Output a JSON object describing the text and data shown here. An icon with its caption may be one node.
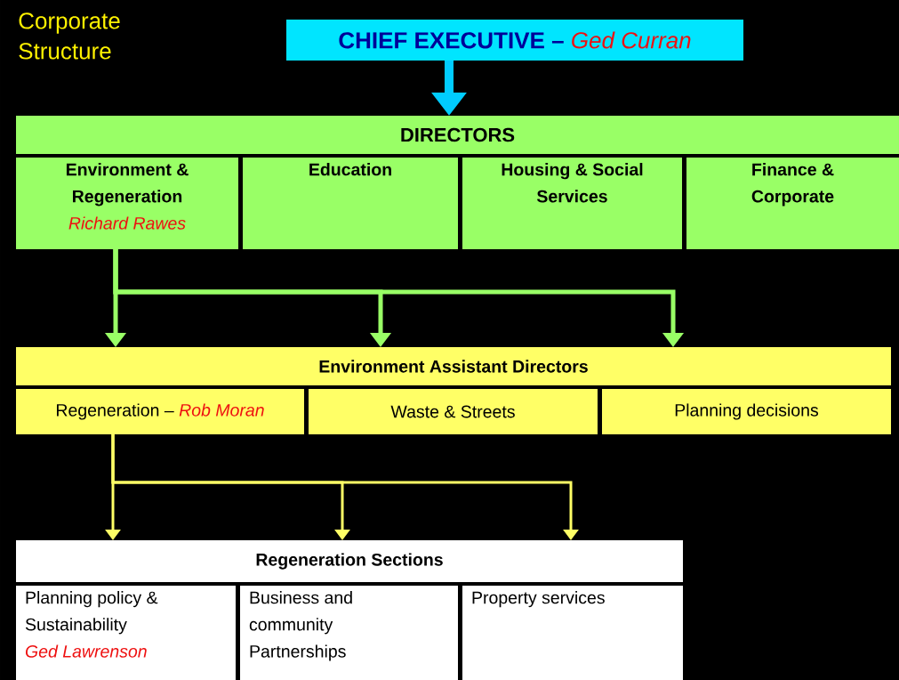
{
  "diagram": {
    "title": "Corporate Structure",
    "nodes": [
      {
        "text": [
          "CHIEF EXECUTIVE –",
          "Ged Curran"
        ]
      },
      {
        "text": [
          "DIRECTORS"
        ]
      },
      {
        "text": [
          "Environment & Regeneration",
          "Richard Rawes"
        ]
      },
      {
        "text": [
          "Education"
        ]
      },
      {
        "text": [
          "Housing & Social Services"
        ]
      },
      {
        "text": [
          "Finance & Corporate"
        ]
      },
      {
        "text": [
          "Environment Assistant Directors"
        ]
      },
      {
        "text": [
          "Regeneration –",
          "Rob Moran"
        ]
      },
      {
        "text": [
          "Waste & Streets"
        ]
      },
      {
        "text": [
          "Planning decisions"
        ]
      },
      {
        "text": [
          "Regeneration Sections"
        ]
      },
      {
        "text": [
          "Planning policy & Sustainability",
          "Ged Lawrenson"
        ]
      },
      {
        "text": [
          "Business and community Partnerships"
        ]
      },
      {
        "text": [
          "Property services"
        ]
      }
    ],
    "edges": [
      {
        "from": 0,
        "to": 1,
        "arrow": "to",
        "style": "thick",
        "color": "#00ccff"
      },
      {
        "from": 2,
        "to": 6,
        "arrow": "to",
        "color": "#99ff66"
      },
      {
        "from": 2,
        "to": 6,
        "arrow": "to",
        "color": "#99ff66"
      },
      {
        "from": 2,
        "to": 6,
        "arrow": "to",
        "color": "#99ff66"
      },
      {
        "from": 7,
        "to": 10,
        "arrow": "to",
        "color": "#ffff66"
      },
      {
        "from": 7,
        "to": 10,
        "arrow": "to",
        "color": "#ffff66"
      },
      {
        "from": 7,
        "to": 10,
        "arrow": "to",
        "color": "#ffff66"
      }
    ]
  }
}
